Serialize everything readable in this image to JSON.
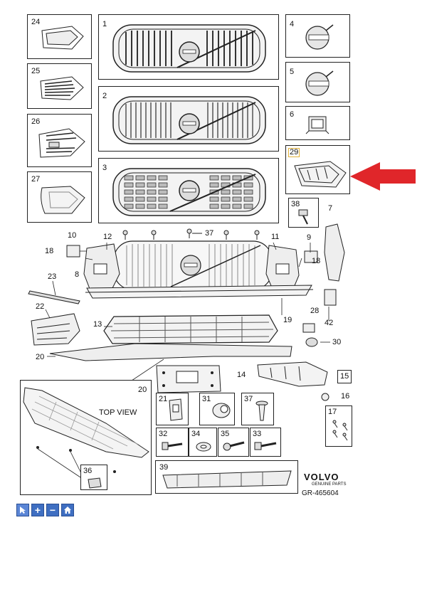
{
  "callouts": {
    "n1": "1",
    "n2": "2",
    "n3": "3",
    "n4": "4",
    "n5": "5",
    "n6": "6",
    "n7": "7",
    "n8": "8",
    "n9": "9",
    "n10": "10",
    "n11": "11",
    "n12": "12",
    "n13": "13",
    "n14": "14",
    "n15": "15",
    "n16": "16",
    "n17": "17",
    "n18a": "18",
    "n18b": "18",
    "n20a": "20",
    "n20b": "20",
    "n21": "21",
    "n22": "22",
    "n23": "23",
    "n24": "24",
    "n25": "25",
    "n26": "26",
    "n27": "27",
    "n28": "28",
    "n29": "29",
    "n30": "30",
    "n31": "31",
    "n32": "32",
    "n33": "33",
    "n34": "34",
    "n35": "35",
    "n36": "36",
    "n37": "37",
    "n38": "38",
    "n39": "39",
    "n42": "42",
    "n19": "19"
  },
  "top_view_label": "TOP VIEW",
  "brand": {
    "name": "VOLVO",
    "sub": "GENUINE PARTS",
    "ref": "GR-465604"
  },
  "colors": {
    "highlight": "#e2b23a",
    "arrow": "#e0262a",
    "toolbar": "#3f6fc2"
  },
  "toolbar": {
    "icons": [
      "select-icon",
      "zoom-in-icon",
      "zoom-out-icon",
      "home-icon"
    ]
  }
}
